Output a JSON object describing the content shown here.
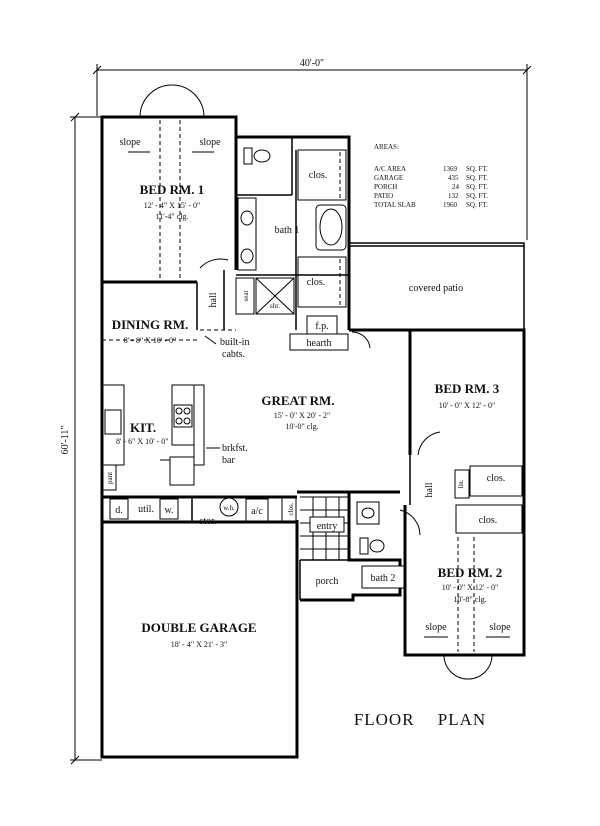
{
  "dimensions": {
    "overall_width": "40'-0\"",
    "overall_depth": "60'-11\""
  },
  "areas": {
    "heading": "AREAS:",
    "rows": [
      {
        "label": "A/C AREA",
        "value": "1369",
        "unit": "SQ. FT."
      },
      {
        "label": "GARAGE",
        "value": "435",
        "unit": "SQ. FT."
      },
      {
        "label": "PORCH",
        "value": "24",
        "unit": "SQ. FT."
      },
      {
        "label": "PATIO",
        "value": "132",
        "unit": "SQ. FT."
      },
      {
        "label": "TOTAL SLAB",
        "value": "1960",
        "unit": "SQ. FT."
      }
    ]
  },
  "rooms": {
    "bed1": {
      "name": "BED RM. 1",
      "dims": "12' - 4\" X 15' - 0\"",
      "ceiling": "11'-4\" clg."
    },
    "bath1": {
      "name": "bath 1"
    },
    "dining": {
      "name": "DINING RM.",
      "dims": "8' - 8\" X 10' - 0\""
    },
    "great": {
      "name": "GREAT RM.",
      "dims": "15' - 0\" X 20' - 2\"",
      "ceiling": "10'-0\" clg."
    },
    "kit": {
      "name": "KIT.",
      "dims": "8' - 6\" X 10' - 0\""
    },
    "bed3": {
      "name": "BED RM. 3",
      "dims": "10' - 0\" X 12' - 0\""
    },
    "bed2": {
      "name": "BED RM. 2",
      "dims": "10' - 0\" X 12' - 0\"",
      "ceiling": "10'-8\" clg."
    },
    "garage": {
      "name": "DOUBLE GARAGE",
      "dims": "18' - 4\" X 21' - 3\""
    },
    "covered_patio": {
      "name": "covered patio"
    },
    "porch": {
      "name": "porch"
    },
    "bath2": {
      "name": "bath 2"
    },
    "entry": {
      "name": "entry"
    }
  },
  "labels": {
    "slope": "slope",
    "clos": "clos.",
    "hall": "hall",
    "seat": "seat",
    "shr": "shr.",
    "fp": "f.p.",
    "hearth": "hearth",
    "built_in": "built-in",
    "cabts": "cabts.",
    "brkfst": "brkfst.",
    "bar": "bar",
    "pant": "pant",
    "d": "d.",
    "w": "w.",
    "util": "util.",
    "stor": "stor.",
    "wh": "w.h.",
    "ac": "a/c",
    "lin": "lin."
  },
  "title": "FLOOR PLAN"
}
